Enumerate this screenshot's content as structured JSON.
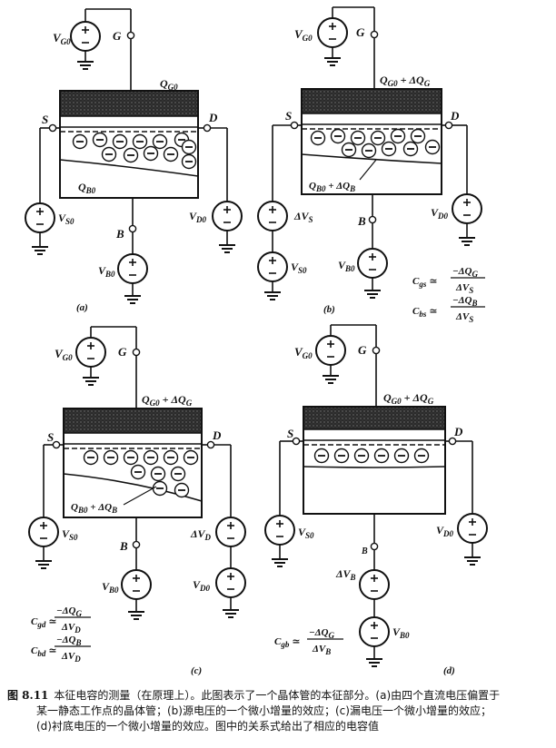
{
  "labels": {
    "vg0": "V",
    "vg0_sub": "G0",
    "vs0": "V",
    "vs0_sub": "S0",
    "vd0": "V",
    "vd0_sub": "D0",
    "vb0": "V",
    "vb0_sub": "B0",
    "g": "G",
    "s": "S",
    "d": "D",
    "b": "B",
    "b_small": "B",
    "qg0": "Q",
    "qg0_sub": "G0",
    "qb0": "Q",
    "qb0_sub": "B0",
    "qg_plus": "Q",
    "qg_plus_sub": "G0",
    "qg_plus_tail": " + ΔQ",
    "qg_plus_tail_sub": "G",
    "qb_plus": "Q",
    "qb_plus_sub": "B0",
    "qb_plus_tail": " + ΔQ",
    "qb_plus_tail_sub": "B",
    "dvs": "ΔV",
    "dvs_sub": "S",
    "dvd": "ΔV",
    "dvd_sub": "D",
    "dvb": "ΔV",
    "dvb_sub": "B"
  },
  "panels": {
    "a": "(a)",
    "b": "(b)",
    "c": "(c)",
    "d": "(d)"
  },
  "formulas": {
    "b": [
      {
        "lhs": "C",
        "lhs_sub": "gs",
        "num": "−ΔQ",
        "num_sub": "G",
        "den": "ΔV",
        "den_sub": "S"
      },
      {
        "lhs": "C",
        "lhs_sub": "bs",
        "num": "−ΔQ",
        "num_sub": "B",
        "den": "ΔV",
        "den_sub": "S"
      }
    ],
    "c": [
      {
        "lhs": "C",
        "lhs_sub": "gd",
        "num": "−ΔQ",
        "num_sub": "G",
        "den": "ΔV",
        "den_sub": "D"
      },
      {
        "lhs": "C",
        "lhs_sub": "bd",
        "num": "−ΔQ",
        "num_sub": "B",
        "den": "ΔV",
        "den_sub": "D"
      }
    ],
    "d": [
      {
        "lhs": "C",
        "lhs_sub": "gb",
        "num": "−ΔQ",
        "num_sub": "G",
        "den": "ΔV",
        "den_sub": "B"
      }
    ],
    "approx": "≃"
  },
  "caption": {
    "figno": "图 8.11",
    "line1": "本征电容的测量（在原理上）。此图表示了一个晶体管的本征部分。(a)由四个直流电压偏置于",
    "line2": "某一静态工作点的晶体管；(b)源电压的一个微小增量的效应；(c)漏电压一个微小增量的效应；",
    "line3": "(d)衬底电压的一个微小增量的效应。图中的关系式给出了相应的电容值"
  }
}
